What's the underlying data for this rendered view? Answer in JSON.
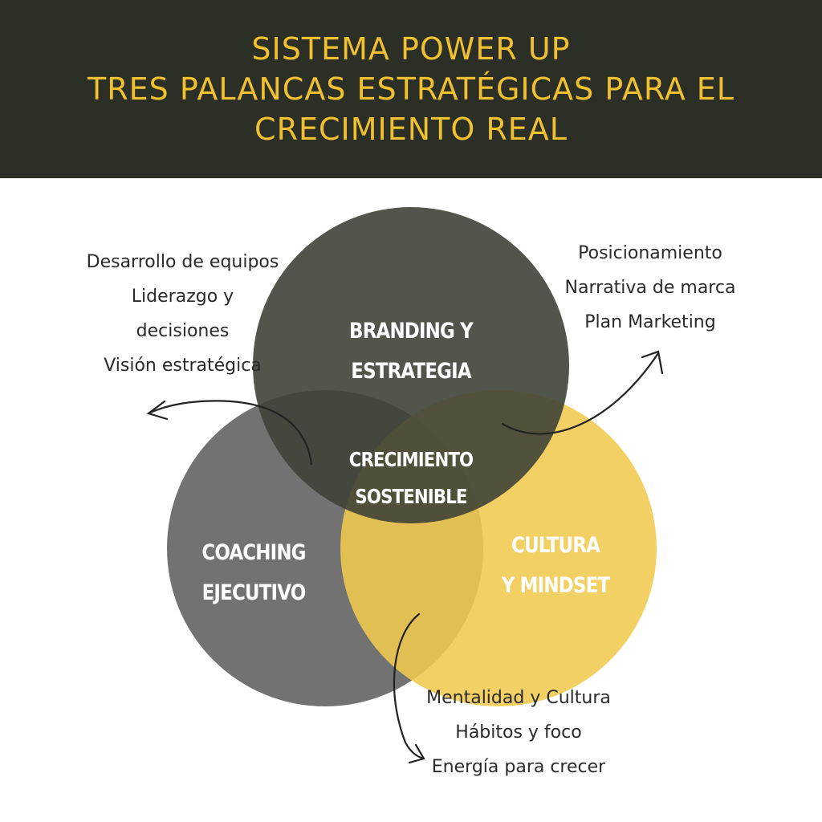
{
  "header": {
    "line1": "SISTEMA POWER UP",
    "line2": "TRES PALANCAS ESTRATÉGICAS PARA EL",
    "line3": "CRECIMIENTO REAL"
  },
  "circles": {
    "top": {
      "line1": "BRANDING Y",
      "line2": "ESTRATEGIA",
      "color": "#3f4237"
    },
    "left": {
      "line1": "COACHING",
      "line2": "EJECUTIVO",
      "color": "#727272"
    },
    "right": {
      "line1": "CULTURA",
      "line2": "Y MINDSET",
      "color": "#f0c94f"
    },
    "center": {
      "line1": "CRECIMIENTO",
      "line2": "SOSTENIBLE"
    }
  },
  "lists": {
    "left": [
      "Desarrollo de equipos",
      "Liderazgo y",
      "decisiones",
      "Visión estratégica"
    ],
    "right": [
      "Posicionamiento",
      "Narrativa de marca",
      "Plan Marketing"
    ],
    "bottom": [
      "Mentalidad y Cultura",
      "Hábitos y foco",
      "Energía para crecer"
    ]
  }
}
